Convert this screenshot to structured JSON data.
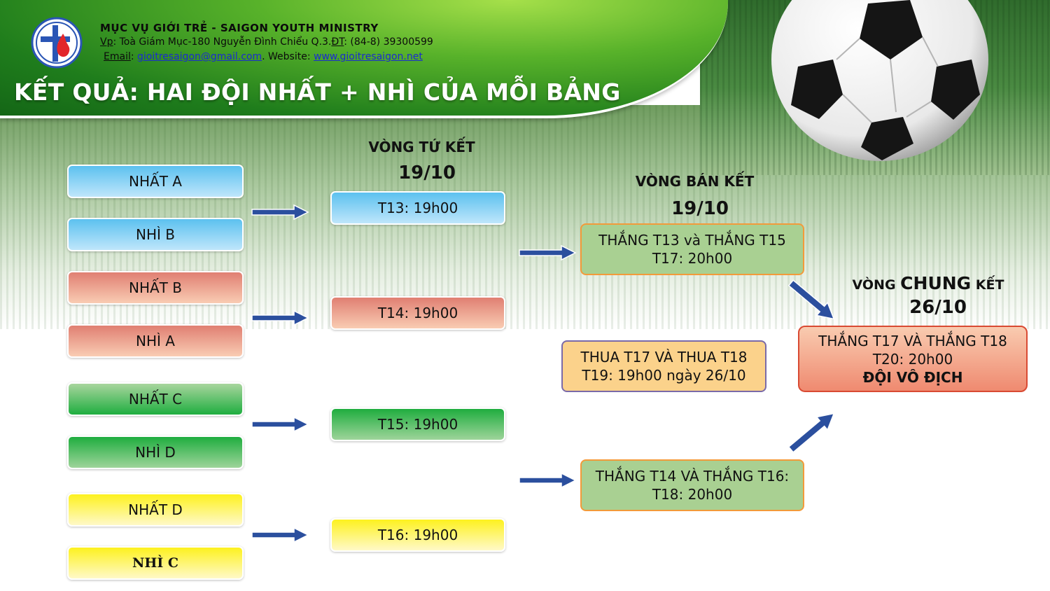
{
  "header": {
    "org": "MỤC VỤ GIỚI TRẺ  -  SAIGON  YOUTH  MINISTRY",
    "addr_vp": "Vp",
    "addr_text": ": Toà Giám Mục-180 Nguyễn Đình Chiểu Q.3.",
    "addr_dt": "ĐT",
    "addr_phone": ": (84-8) 39300599",
    "email_label": "Email",
    "email": "gioitresaigon@gmail.com",
    "website_label": ". Website: ",
    "website": "www.gioitresaigon.net",
    "title": "KẾT QUẢ: HAI ĐỘI NHẤT + NHÌ CỦA MỖI BẢNG"
  },
  "teams": [
    "NHẤT A",
    "NHÌ B",
    "NHẤT B",
    "NHÌ A",
    "NHẤT C",
    "NHÌ D",
    "NHẤT D",
    "NHÌ C"
  ],
  "quarter": {
    "label": "VÒNG TỨ KẾT",
    "date": "19/10",
    "matches": [
      "T13: 19h00",
      "T14: 19h00",
      "T15: 19h00",
      "T16: 19h00"
    ]
  },
  "semi": {
    "label": "VÒNG BÁN KẾT",
    "date": "19/10",
    "m1_line1": "THẮNG T13 và  THẮNG T15",
    "m1_line2": "T17: 20h00",
    "m2_line1": "THẮNG T14 VÀ THẮNG T16:",
    "m2_line2": "T18: 20h00"
  },
  "third_place": {
    "line1": "THUA  T17 VÀ THUA T18",
    "line2": "T19: 19h00 ngày 26/10"
  },
  "final": {
    "label_prefix": "VÒNG ",
    "label_main": "CHUNG",
    "label_suffix": " KẾT",
    "date": "26/10",
    "line1": "THẮNG T17 VÀ THẮNG T18",
    "line2": "T20: 20h00",
    "line3": "ĐỘI VÔ ĐỊCH"
  },
  "colors": {
    "header_green": "#58b22a",
    "arrow_blue": "#2b4f9e",
    "semi_green": "#a9d092",
    "semi_border": "#f39a3a",
    "final_border": "#d94a33"
  }
}
